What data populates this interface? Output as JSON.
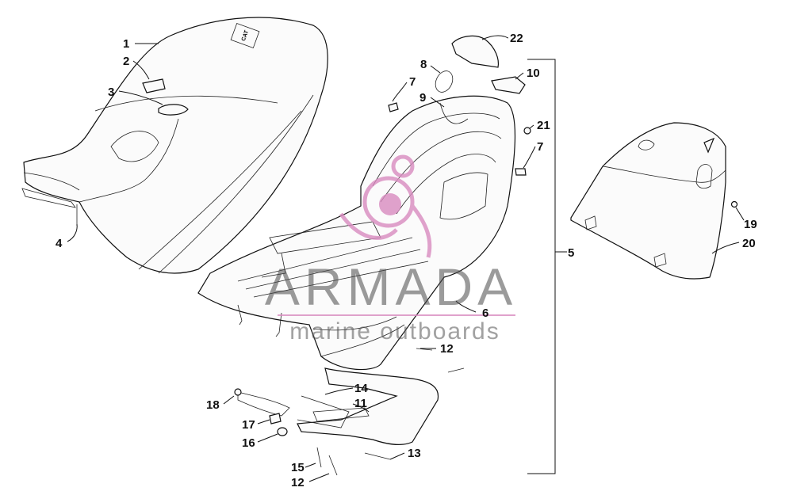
{
  "watermark": {
    "title": "ARMADA",
    "subtitle": "marine outboards",
    "accent_color": "#d98bc0"
  },
  "seat_logo_text": "CAT",
  "callouts": {
    "c1": "1",
    "c2": "2",
    "c3": "3",
    "c4": "4",
    "c5": "5",
    "c6": "6",
    "c7a": "7",
    "c7b": "7",
    "c8": "8",
    "c9": "9",
    "c10": "10",
    "c11": "11",
    "c12a": "12",
    "c12b": "12",
    "c13": "13",
    "c14": "14",
    "c15": "15",
    "c16": "16",
    "c17": "17",
    "c18": "18",
    "c19": "19",
    "c20": "20",
    "c21": "21",
    "c22": "22"
  }
}
